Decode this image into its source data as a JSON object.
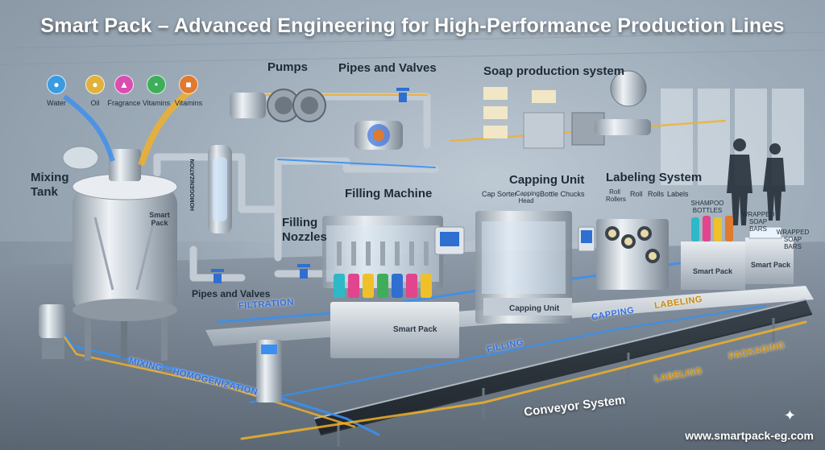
{
  "title": "Smart Pack – Advanced Engineering for High-Performance Production Lines",
  "ingredients": [
    {
      "label": "Water",
      "icon": "water-drop-icon",
      "color": "#3b9be0",
      "glyph": "●"
    },
    {
      "label": "Oil",
      "icon": "oil-drop-icon",
      "color": "#e0b23b",
      "glyph": "●"
    },
    {
      "label": "Fragrance",
      "icon": "fragrance-flask-icon",
      "color": "#d94fb0",
      "glyph": "▲"
    },
    {
      "label": "Vitamins",
      "icon": "vitamins-dots-icon",
      "color": "#3fae5a",
      "glyph": "•"
    },
    {
      "label": "Vitamins",
      "icon": "vitamins-capsules-icon",
      "color": "#e07a2f",
      "glyph": "■"
    }
  ],
  "labels": {
    "mixing_tank": "Mixing Tank",
    "tank_brand": "Smart Pack",
    "homogenization": "HOMOGENIZATION",
    "pipes_valves_bottom": "Pipes and Valves",
    "pumps": "Pumps",
    "pipes_valves_top": "Pipes and Valves",
    "soap_system": "Soap production system",
    "filling_machine": "Filling Machine",
    "filling_nozzles": "Filling Nozzles",
    "filling_brand": "Smart Pack",
    "capping_unit_title": "Capping Unit",
    "cap_sorter": "Cap Sorter",
    "capping_head": "Capping Head",
    "bottle_chucks": "Bottle Chucks",
    "capping_unit_panel": "Capping Unit",
    "labeling_system": "Labeling System",
    "roll_rollers": "Roll Rollers",
    "roll": "Roll",
    "rolls": "Rolls",
    "labels": "Labels",
    "shampoo_bottles": "SHAMPOO BOTTLES",
    "wrapped_soap_bars": "WRAPPED SOAP BARS",
    "wrapped_soap_bars_2": "WRAPPED SOAP BARS",
    "box_brand_1": "Smart Pack",
    "box_brand_2": "Smart Pack",
    "conveyor_system": "Conveyor System",
    "url": "www.smartpack-eg.com"
  },
  "flow_stages": {
    "filtration": "FILTRATION",
    "mixing": "MIXING – HOMOGENIZATION",
    "filling": "FILLING",
    "capping": "CAPPING",
    "labeling_upper": "LABELING",
    "labeling_lower": "LABELING",
    "packaging": "PACKAGING"
  },
  "colors": {
    "flow_blue": "#3a8ff0",
    "flow_gold": "#f0b02a",
    "steel": "#c3ccd5",
    "steel_dark": "#7e8a96",
    "bottle_colors": [
      "#2fb8c8",
      "#e0458e",
      "#f0c02a",
      "#3fae5a",
      "#2f6fd0",
      "#e0458e",
      "#f0c02a"
    ]
  }
}
